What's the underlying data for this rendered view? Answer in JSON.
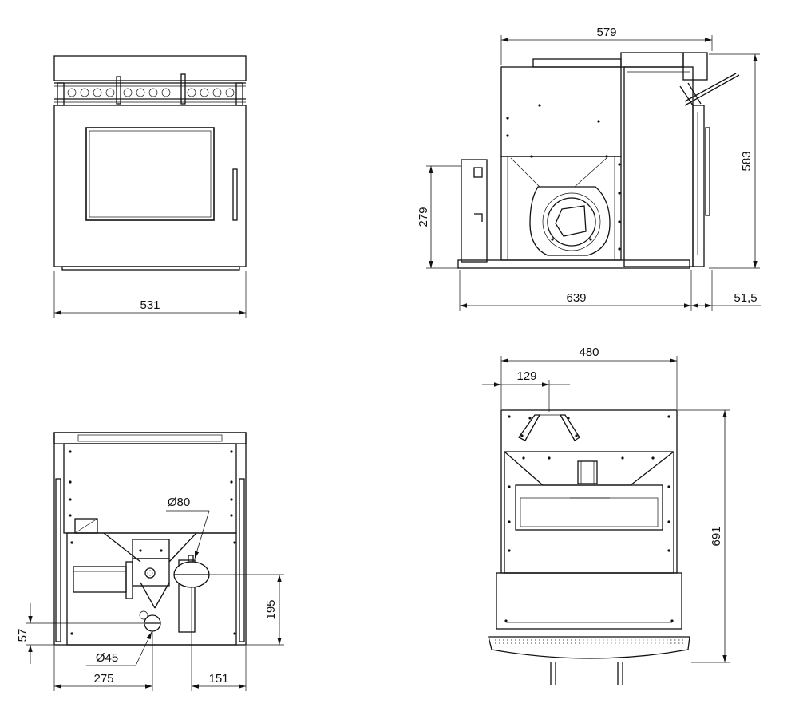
{
  "drawing": {
    "front_view": {
      "width_dim": "531"
    },
    "side_view": {
      "depth_dim": "579",
      "height_dim": "583",
      "opening_height_dim": "279",
      "base_depth_dim": "639",
      "offset_dim": "51,5"
    },
    "rear_view": {
      "flue_diameter_dim": "Ø80",
      "air_diameter_dim": "Ø45",
      "flue_height_dim": "195",
      "air_height_dim": "57",
      "air_offset_dim": "275",
      "flue_offset_dim": "151"
    },
    "top_view": {
      "width_dim": "480",
      "offset_dim": "129",
      "depth_dim": "691"
    }
  }
}
